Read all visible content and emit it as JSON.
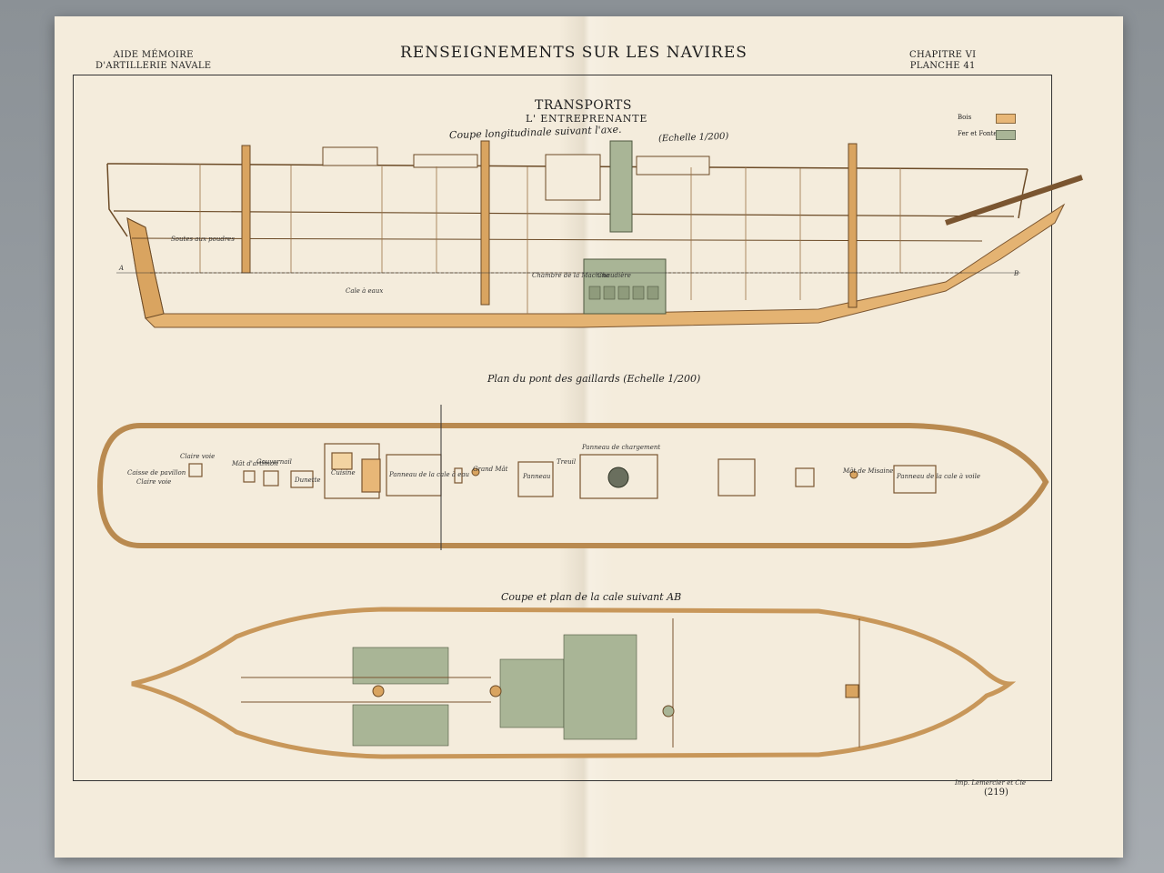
{
  "header": {
    "left_line1": "AIDE MÉMOIRE",
    "left_line2": "D'ARTILLERIE NAVALE",
    "title": "RENSEIGNEMENTS SUR LES NAVIRES",
    "right_line1": "CHAPITRE VI",
    "right_line2": "PLANCHE 41"
  },
  "plate": {
    "section_title": "TRANSPORTS",
    "ship_name": "L' ENTREPRENANTE",
    "longitudinal_caption": "Coupe longitudinale suivant l'axe.",
    "longitudinal_scale": "(Echelle 1/200)",
    "legend": [
      {
        "label": "Bois",
        "color": "#e8b777"
      },
      {
        "label": "Fer et Fonte",
        "color": "#a9b596"
      }
    ],
    "section_labels": {
      "soutes": "Soutes aux poudres",
      "cale": "Cale à eaux",
      "chambre": "Chambre de la Machine",
      "chaudiere": "Chaudière",
      "mark_a": "A",
      "mark_b": "B"
    },
    "deck_plan_caption": "Plan du pont des gaillards (Echelle 1/200)",
    "deck_labels": {
      "caisse_pavillon": "Caisse de pavillon",
      "claire_voie_1": "Claire voie",
      "claire_voie_2": "Claire voie",
      "mat_artimon": "Mât d'artimon",
      "gouvernail": "Gouvernail",
      "dunette": "Dunette",
      "cuisine": "Cuisine",
      "panneau_cale": "Panneau de la cale à eau",
      "grand_mat": "Grand Mât",
      "panneau": "Panneau",
      "treuil": "Treuil",
      "panneau_chargement": "Panneau de chargement",
      "mat_misaine": "Mât de Misaine",
      "panneau_voiles": "Panneau de la cale à voile"
    },
    "hold_caption": "Coupe et plan de la cale suivant AB",
    "imprint": "Imp. Lemercier et Cie",
    "page_number": "(219)"
  }
}
